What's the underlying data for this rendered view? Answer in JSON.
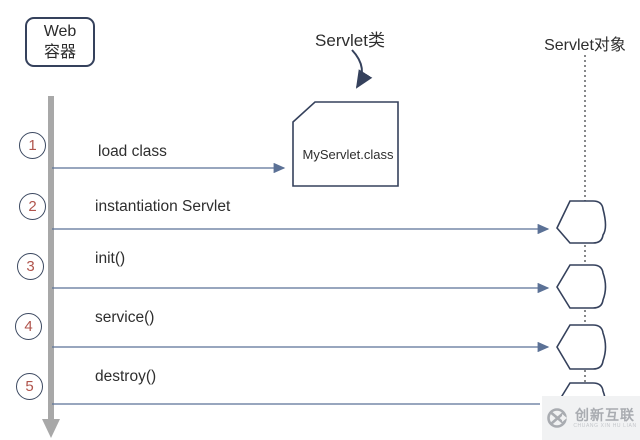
{
  "diagram": {
    "container_box": {
      "line1": "Web",
      "line2": "容器"
    },
    "class_label": "Servlet类",
    "object_label": "Servlet对象",
    "class_file_label": "MyServlet.class",
    "steps": [
      {
        "num": "1",
        "label": "load class"
      },
      {
        "num": "2",
        "label": "instantiation Servlet"
      },
      {
        "num": "3",
        "label": "init()"
      },
      {
        "num": "4",
        "label": "service()"
      },
      {
        "num": "5",
        "label": "destroy()"
      }
    ]
  },
  "watermark": {
    "brand": "创新互联",
    "tagline": "CHUANG XIN HU LIAN"
  },
  "colors": {
    "shape_stroke": "#35415c",
    "arrow": "#5b7196",
    "timeline_gray": "#a8a8a8",
    "step_number_red": "#b0544c",
    "lifeline_dot": "#45474a",
    "watermark_gray": "#a9acb1"
  }
}
